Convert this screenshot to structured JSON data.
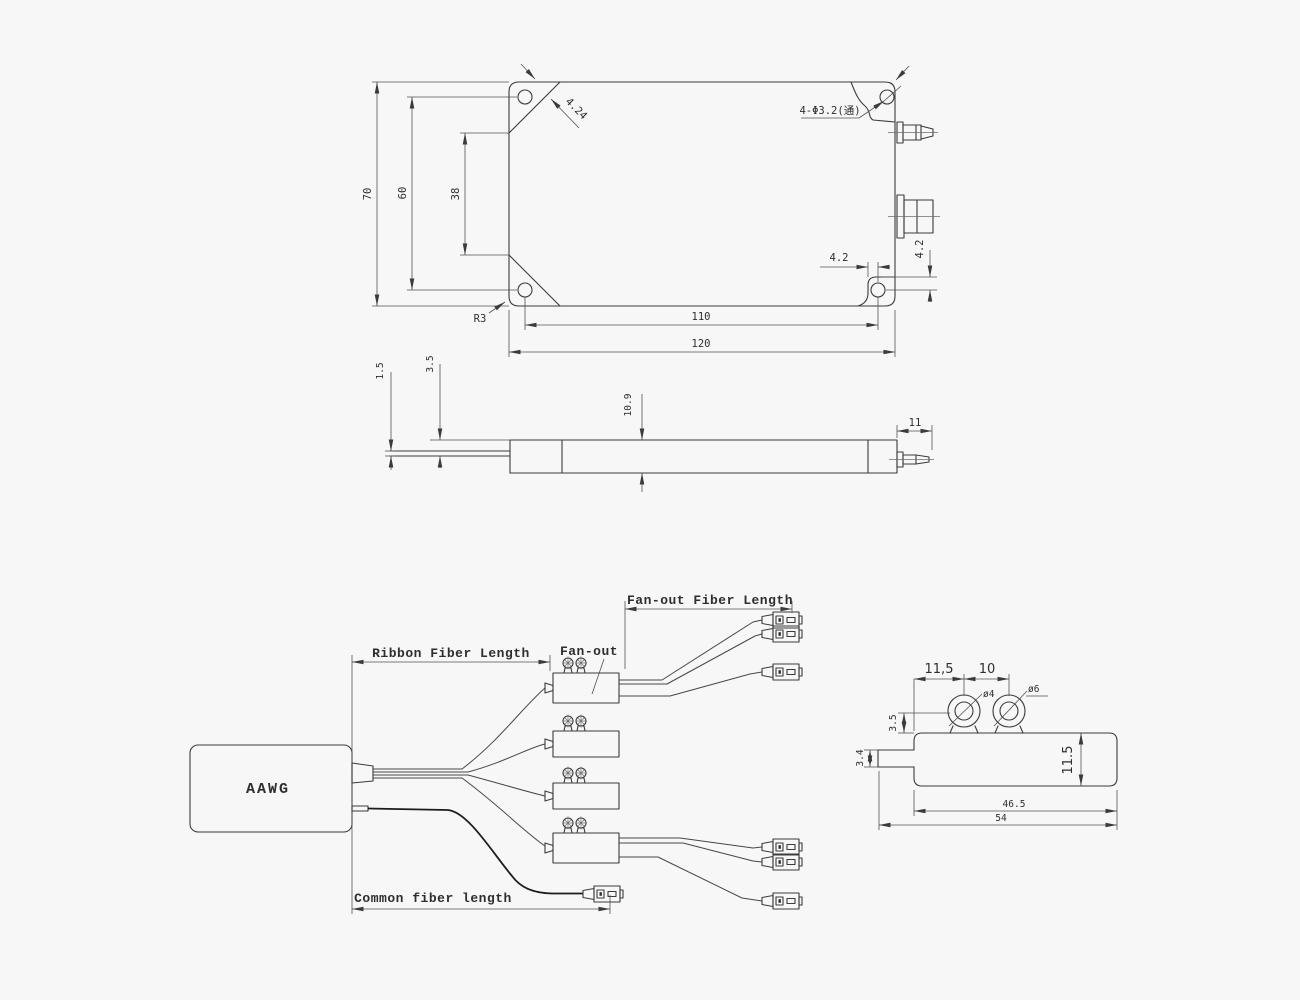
{
  "drawing": {
    "background": "#f7f7f7",
    "line_color": "#3b3b3b"
  },
  "top_view": {
    "dim_overall_height": "70",
    "dim_hole_spacing_vertical": "60",
    "dim_inner_height": "38",
    "dim_chamfer": "4.24",
    "note_holes": "4-Φ3.2(通)",
    "dim_hole_offset_horizontal": "4.2",
    "dim_hole_offset_vertical": "4.2",
    "note_corner_radius": "R3",
    "dim_hole_spacing_horizontal": "110",
    "dim_overall_width": "120"
  },
  "side_view": {
    "dim_plate_thickness": "1.5",
    "dim_plate_offset": "3.5",
    "dim_body_height": "10.9",
    "dim_connector_length": "11"
  },
  "fiber_diagram": {
    "device_label": "AAWG",
    "dim_ribbon_fiber": "Ribbon Fiber Length",
    "label_fanout": "Fan-out",
    "dim_fanout_fiber": "Fan-out Fiber Length",
    "dim_common_fiber": "Common fiber length"
  },
  "detail_view": {
    "dim_hole1_offset": "11,5",
    "dim_hole_spacing": "10",
    "dim_hole_small": "ø4",
    "dim_hole_large": "ø6",
    "dim_center_offset": "3.5",
    "dim_tab_height": "3.4",
    "dim_body_height": "11.5",
    "dim_body_length": "46.5",
    "dim_overall_length": "54"
  }
}
